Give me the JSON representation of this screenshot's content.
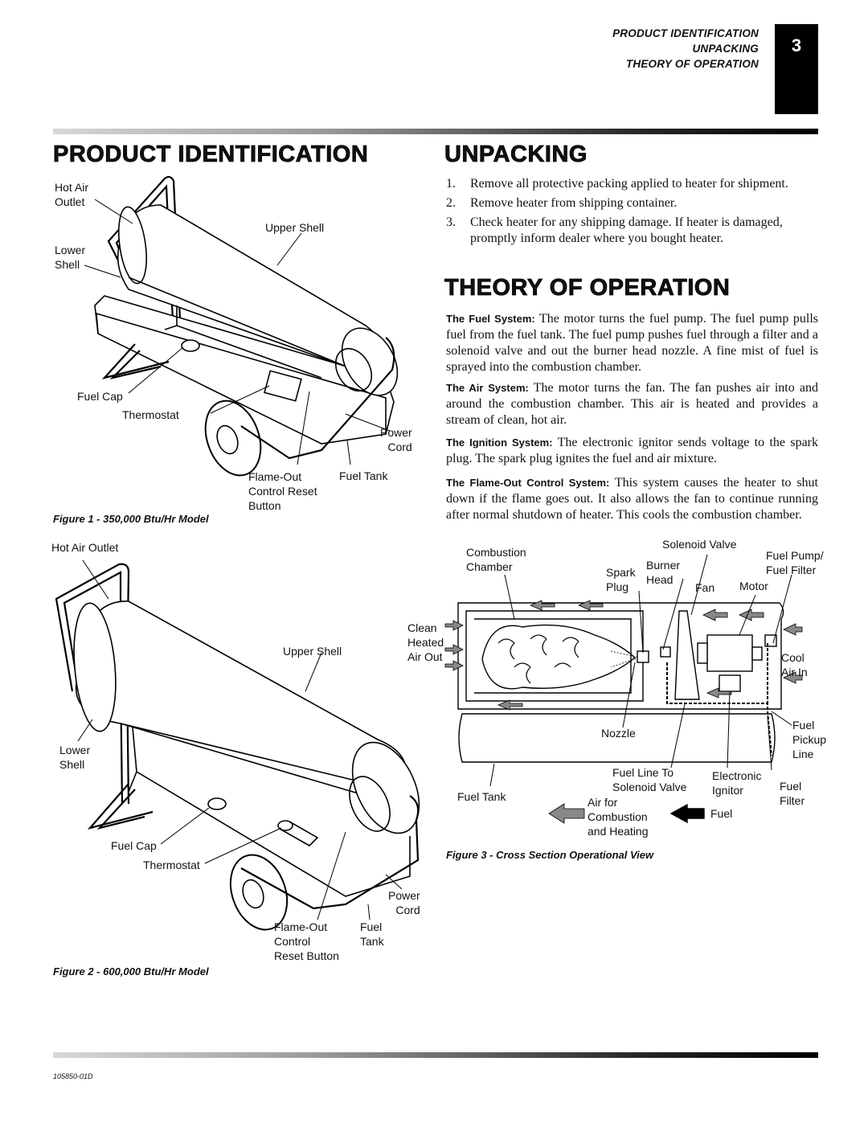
{
  "header": {
    "line1": "PRODUCT IDENTIFICATION",
    "line2": "UNPACKING",
    "line3": "THEORY OF OPERATION",
    "page_number": "3"
  },
  "product_identification": {
    "title": "PRODUCT IDENTIFICATION",
    "figure1": {
      "caption": "Figure 1 - 350,000 Btu/Hr Model",
      "labels": {
        "hot_air_outlet_1": "Hot Air",
        "hot_air_outlet_2": "Outlet",
        "upper_shell": "Upper Shell",
        "lower_shell_1": "Lower",
        "lower_shell_2": "Shell",
        "fuel_cap": "Fuel Cap",
        "thermostat": "Thermostat",
        "power_cord_1": "Power",
        "power_cord_2": "Cord",
        "flame_out_1": "Flame-Out",
        "flame_out_2": "Control Reset",
        "flame_out_3": "Button",
        "fuel_tank": "Fuel Tank"
      }
    },
    "figure2": {
      "caption": "Figure 2 - 600,000 Btu/Hr Model",
      "labels": {
        "hot_air_outlet": "Hot Air Outlet",
        "upper_shell": "Upper Shell",
        "lower_shell_1": "Lower",
        "lower_shell_2": "Shell",
        "fuel_cap": "Fuel Cap",
        "thermostat": "Thermostat",
        "power_cord_1": "Power",
        "power_cord_2": "Cord",
        "flame_out_1": "Flame-Out",
        "flame_out_2": "Control",
        "flame_out_3": "Reset Button",
        "fuel_tank_1": "Fuel",
        "fuel_tank_2": "Tank"
      }
    }
  },
  "unpacking": {
    "title": "UNPACKING",
    "steps": [
      {
        "num": "1.",
        "text": "Remove all protective packing applied to heater for shipment."
      },
      {
        "num": "2.",
        "text": "Remove heater from shipping container."
      },
      {
        "num": "3.",
        "text": "Check heater for any shipping damage. If heater is damaged, promptly inform dealer where you bought heater."
      }
    ]
  },
  "theory": {
    "title": "THEORY OF OPERATION",
    "sections": [
      {
        "head": "The Fuel System:",
        "text": " The motor turns the fuel pump. The fuel pump pulls fuel from the fuel tank. The fuel pump pushes fuel through a filter and a solenoid valve and out the burner head nozzle. A fine mist of fuel is sprayed into the combustion chamber."
      },
      {
        "head": "The Air System:",
        "text": " The motor turns the fan. The fan pushes air into and around the combustion chamber. This air is heated and provides a stream of clean, hot air."
      },
      {
        "head": "The Ignition System:",
        "text": " The electronic ignitor sends voltage to the spark plug. The spark plug ignites the fuel and air mixture."
      },
      {
        "head": "The Flame-Out Control System:",
        "text": " This system causes the heater to shut down if the flame goes out. It also allows the fan to continue running after normal shutdown of heater. This cools the combustion chamber."
      }
    ],
    "figure3": {
      "caption": "Figure 3 - Cross Section Operational View",
      "labels": {
        "solenoid_valve": "Solenoid Valve",
        "combustion_1": "Combustion",
        "combustion_2": "Chamber",
        "spark_1": "Spark",
        "spark_2": "Plug",
        "burner_1": "Burner",
        "burner_2": "Head",
        "fan": "Fan",
        "motor": "Motor",
        "pump_1": "Fuel Pump/",
        "pump_2": "Fuel Filter",
        "clean_1": "Clean",
        "clean_2": "Heated",
        "clean_3": "Air Out",
        "cool_1": "Cool",
        "cool_2": "Air In",
        "nozzle": "Nozzle",
        "pickup_1": "Fuel",
        "pickup_2": "Pickup",
        "pickup_3": "Line",
        "fuel_tank": "Fuel Tank",
        "fuel_line_1": "Fuel Line To",
        "fuel_line_2": "Solenoid Valve",
        "ignitor_1": "Electronic",
        "ignitor_2": "Ignitor",
        "filter_1": "Fuel",
        "filter_2": "Filter",
        "legend_air_1": "Air for",
        "legend_air_2": "Combustion",
        "legend_air_3": "and Heating",
        "legend_fuel": "Fuel"
      }
    }
  },
  "footer": {
    "doc_number": "105850-01D"
  }
}
